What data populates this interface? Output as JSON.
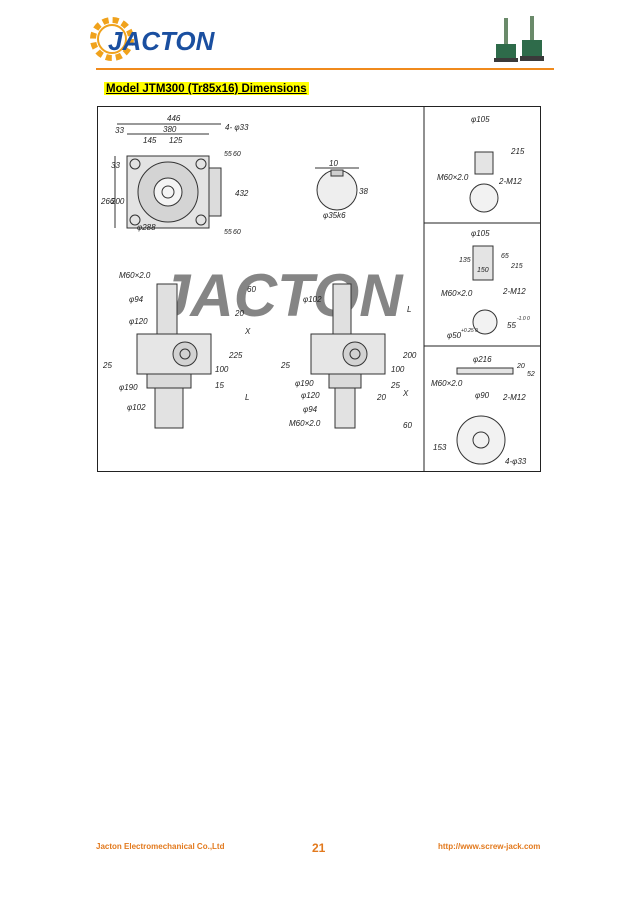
{
  "header": {
    "logo_text": "JACTON",
    "product_image": "screw-jack-pair-image"
  },
  "section_title": "Model JTM300 (Tr85x16) Dimensions",
  "drawing": {
    "watermark": "JACTON",
    "top_view": {
      "dims": [
        "446",
        "380",
        "33",
        "145",
        "125",
        "4- φ33",
        "55",
        "60",
        "33",
        "266",
        "200",
        "432",
        "φ288",
        "55",
        "60"
      ]
    },
    "shaft_view": {
      "dims": [
        "10",
        "38",
        "φ35k6"
      ]
    },
    "side_view_left": {
      "dims": [
        "M60×2.0",
        "φ94",
        "φ120",
        "60",
        "20",
        "X",
        "225",
        "25",
        "100",
        "15",
        "φ190",
        "φ102",
        "L"
      ]
    },
    "side_view_right": {
      "dims": [
        "φ102",
        "L",
        "25",
        "200",
        "100",
        "X",
        "φ190",
        "φ120",
        "25",
        "20",
        "φ94",
        "M60×2.0",
        "60"
      ]
    },
    "end_type_1": {
      "dims": [
        "φ105",
        "215",
        "M60×2.0",
        "2-M12"
      ]
    },
    "end_type_2": {
      "dims": [
        "φ105",
        "135",
        "150",
        "65",
        "215",
        "M60×2.0",
        "2-M12",
        "φ50",
        "+0.25 0",
        "55",
        "-1.0 0"
      ]
    },
    "end_type_3": {
      "dims": [
        "φ216",
        "20",
        "52",
        "M60×2.0",
        "φ90",
        "2-M12",
        "153",
        "4-φ33"
      ]
    }
  },
  "footer": {
    "company": "Jacton Electromechanical Co.,Ltd",
    "page_number": "21",
    "url": "http://www.screw-jack.com"
  },
  "colors": {
    "accent": "#f08a1c",
    "logo_blue": "#1a4fa0",
    "highlight": "#ffff00"
  }
}
